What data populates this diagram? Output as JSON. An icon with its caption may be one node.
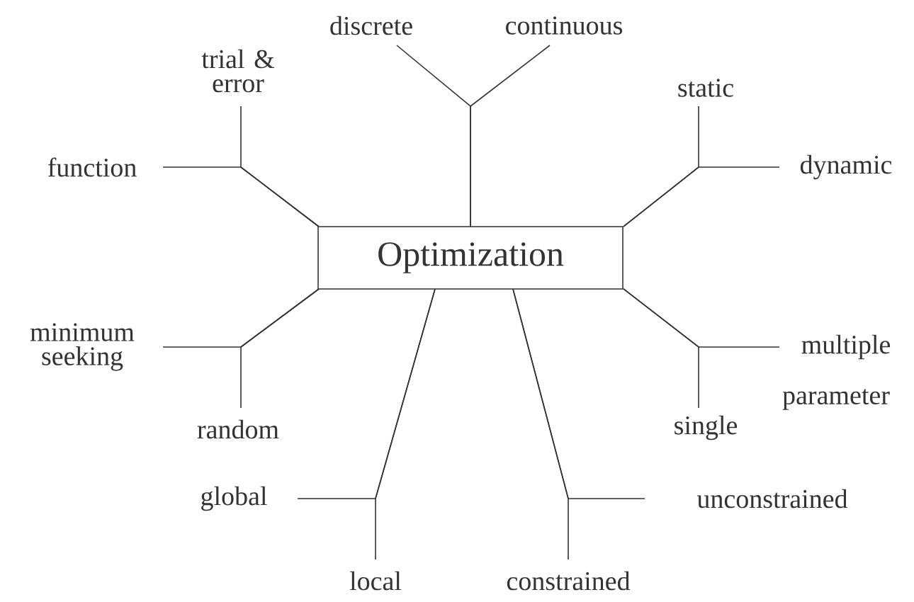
{
  "diagram": {
    "nodes": [
      {
        "text": [
          "Optimization"
        ]
      },
      {
        "text": [
          "discrete"
        ]
      },
      {
        "text": [
          "continuous"
        ]
      },
      {
        "text": [
          "trial & error"
        ]
      },
      {
        "text": [
          "function"
        ]
      },
      {
        "text": [
          "static"
        ]
      },
      {
        "text": [
          "dynamic"
        ]
      },
      {
        "text": [
          "minimum seeking"
        ]
      },
      {
        "text": [
          "random"
        ]
      },
      {
        "text": [
          "multiple"
        ]
      },
      {
        "text": [
          "single"
        ]
      },
      {
        "text": [
          "global"
        ]
      },
      {
        "text": [
          "local"
        ]
      },
      {
        "text": [
          "unconstrained"
        ]
      },
      {
        "text": [
          "constrained"
        ]
      }
    ],
    "edges": [
      {
        "from": 0,
        "to": 1,
        "arrow": "none"
      },
      {
        "from": 0,
        "to": 2,
        "arrow": "none"
      },
      {
        "from": 0,
        "to": 3,
        "arrow": "none"
      },
      {
        "from": 0,
        "to": 4,
        "arrow": "none"
      },
      {
        "from": 0,
        "to": 5,
        "arrow": "none"
      },
      {
        "from": 0,
        "to": 6,
        "arrow": "none"
      },
      {
        "from": 0,
        "to": 7,
        "arrow": "none"
      },
      {
        "from": 0,
        "to": 8,
        "arrow": "none"
      },
      {
        "from": 0,
        "to": 9,
        "arrow": "none"
      },
      {
        "from": 0,
        "to": 10,
        "arrow": "none"
      },
      {
        "from": 0,
        "to": 11,
        "arrow": "none"
      },
      {
        "from": 0,
        "to": 12,
        "arrow": "none"
      },
      {
        "from": 0,
        "to": 13,
        "arrow": "none"
      },
      {
        "from": 0,
        "to": 14,
        "arrow": "none"
      }
    ],
    "labels": [
      "parameter"
    ]
  }
}
